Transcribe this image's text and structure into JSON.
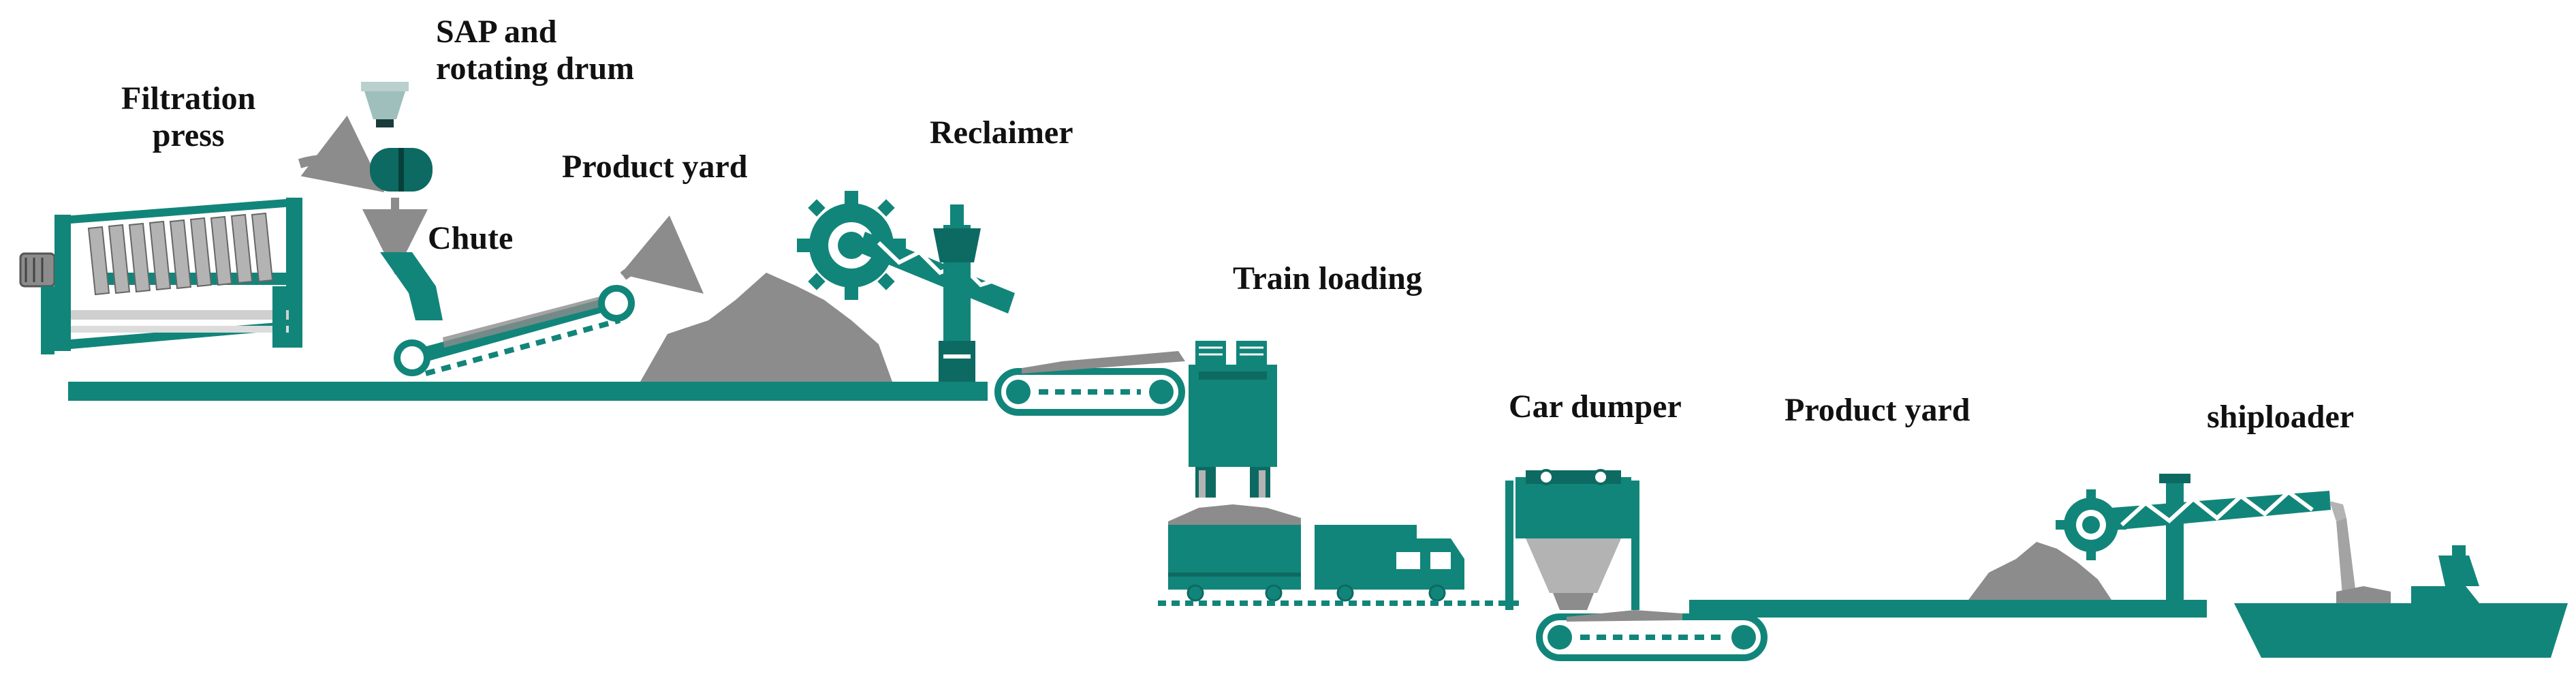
{
  "labels": {
    "filtration_press": "Filtration\npress",
    "sap_drum": "SAP and\nrotating drum",
    "chute": "Chute",
    "product_yard_1": "Product yard",
    "reclaimer": "Reclaimer",
    "train_loading": "Train loading",
    "car_dumper": "Car dumper",
    "product_yard_2": "Product yard",
    "shiploader": "shiploader"
  },
  "colors": {
    "teal": "#12857a",
    "dark_teal": "#0d6a62",
    "gray": "#8c8c8c",
    "light_gray": "#b3b3b3",
    "text": "#111111"
  }
}
